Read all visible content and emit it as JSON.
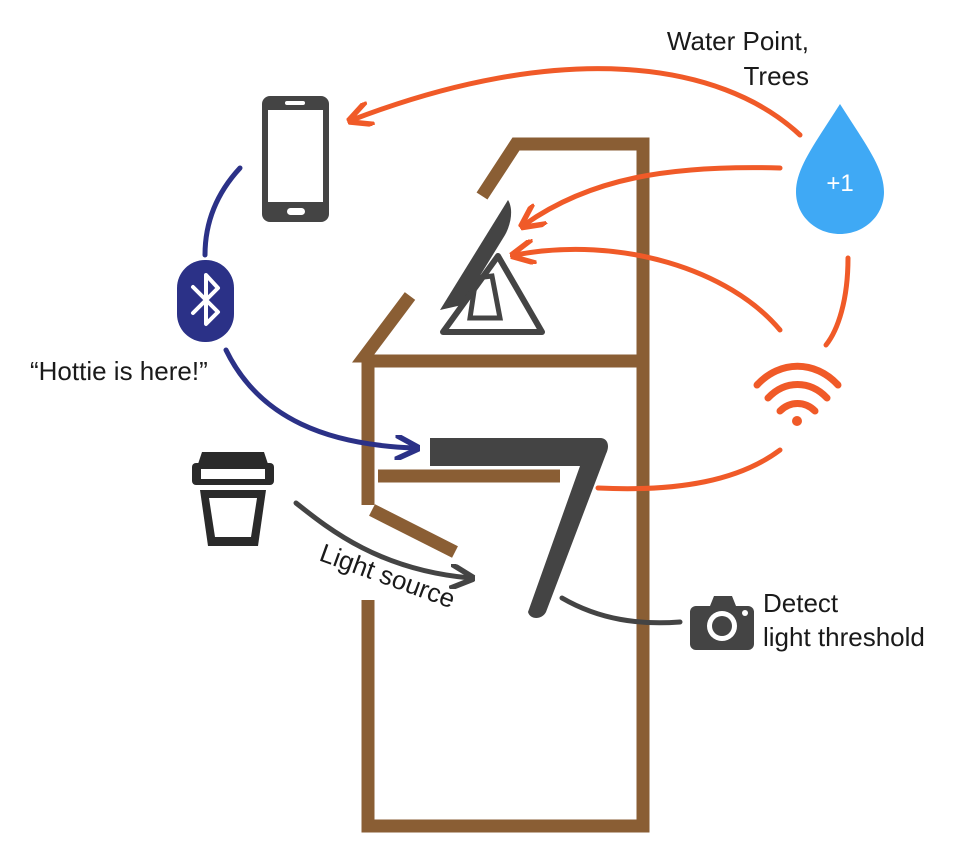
{
  "labels": {
    "water_point_line1": "Water Point,",
    "water_point_line2": "Trees",
    "hottie_here": "“Hottie is here!”",
    "light_source": "Light source",
    "detect_line1": "Detect",
    "detect_line2": "light threshold",
    "points_badge": "+1"
  },
  "colors": {
    "frame": "#8a5e34",
    "orange": "#f05a28",
    "navy": "#2b3187",
    "gray": "#444444",
    "drop": "#3fa9f5"
  },
  "icons": [
    "smartphone-icon",
    "bluetooth-icon",
    "water-drop-icon",
    "wifi-icon",
    "coffee-cup-icon",
    "camera-icon",
    "solar-panel-icon",
    "seat-7-icon"
  ]
}
